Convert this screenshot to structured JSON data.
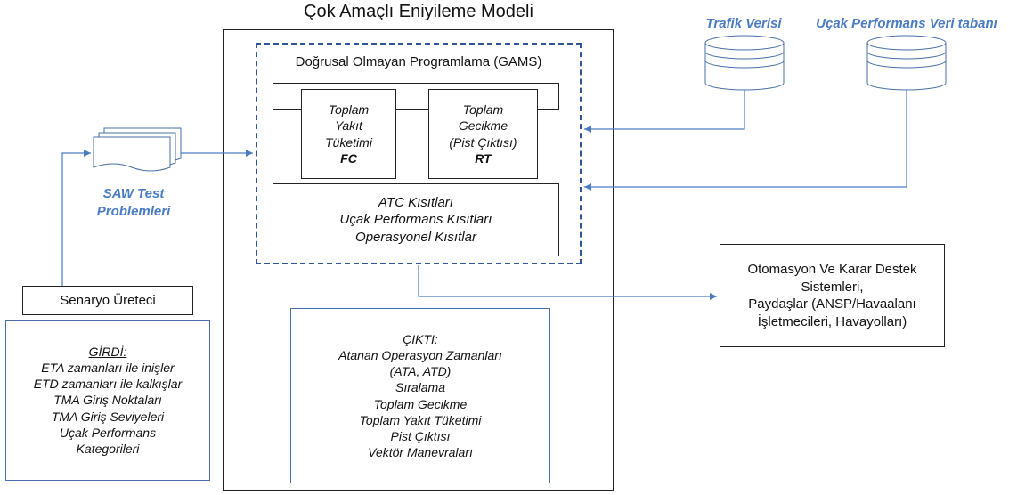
{
  "title": "Çok Amaçlı Eniyileme Modeli",
  "gams": {
    "title": "Doğrusal Olmayan Programlama (GAMS)",
    "objective1": [
      "Toplam",
      "Yakıt",
      "Tüketimi",
      "FC"
    ],
    "objective2": [
      "Toplam",
      "Gecikme",
      "(Pist Çıktısı)",
      "RT"
    ],
    "constraints": [
      "ATC Kısıtları",
      "Uçak Performans Kısıtları",
      "Operasyonel Kısıtlar"
    ]
  },
  "databases": {
    "traffic": "Trafik Verisi",
    "performance": "Uçak Performans Veri tabanı"
  },
  "saw": [
    "SAW Test",
    "Problemleri"
  ],
  "scenario": "Senaryo Üreteci",
  "input": {
    "heading": "GİRDİ:",
    "items": [
      "ETA zamanları ile inişler",
      "ETD zamanları ile kalkışlar",
      "TMA Giriş Noktaları",
      "TMA Giriş Seviyeleri",
      "Uçak Performans",
      "Kategorileri"
    ]
  },
  "output": {
    "heading": "ÇIKTI:",
    "items": [
      "Atanan Operasyon Zamanları",
      "(ATA, ATD)",
      "Sıralama",
      "Toplam Gecikme",
      "Toplam Yakıt Tüketimi",
      "Pist Çıktısı",
      "Vektör Manevraları"
    ]
  },
  "automation": [
    "Otomasyon Ve Karar Destek",
    "Sistemleri,",
    "Paydaşlar (ANSP/Havaalanı",
    "İşletmecileri, Havayolları)"
  ],
  "colors": {
    "accent_blue": "#4a7cc4",
    "dashed_blue": "#2f5597",
    "arrow_blue": "#4a7cc4"
  }
}
